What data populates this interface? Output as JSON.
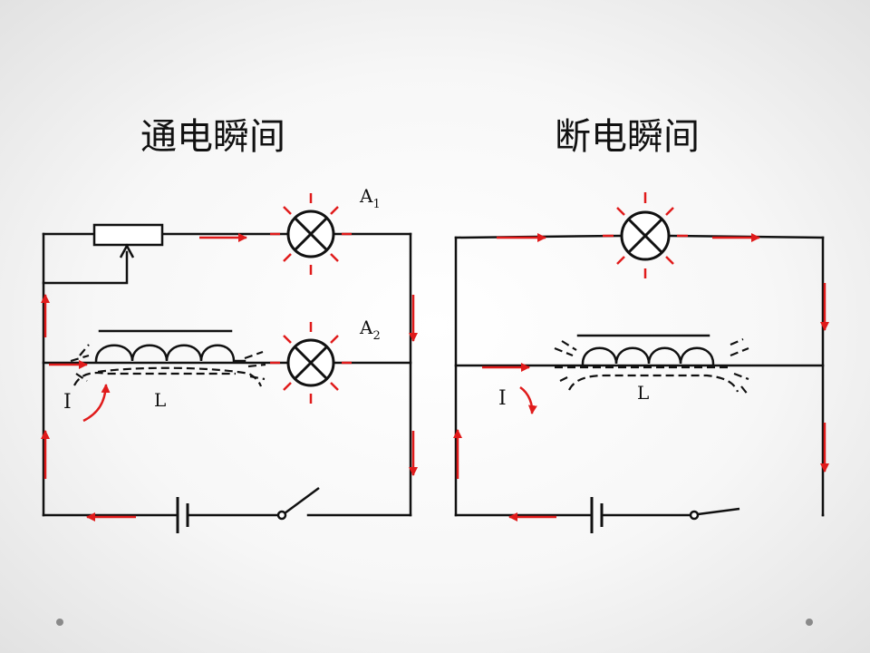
{
  "titles": {
    "left": "通电瞬间",
    "right": "断电瞬间"
  },
  "labels": {
    "lamp1_letter": "A",
    "lamp1_sub": "1",
    "lamp2_letter": "A",
    "lamp2_sub": "2",
    "current_left": "I",
    "inductor_left": "L",
    "current_right": "I",
    "inductor_right": "L"
  },
  "colors": {
    "wire": "#111111",
    "current_arrow": "#e01b1b",
    "lamp_glow": "#e01b1b"
  }
}
